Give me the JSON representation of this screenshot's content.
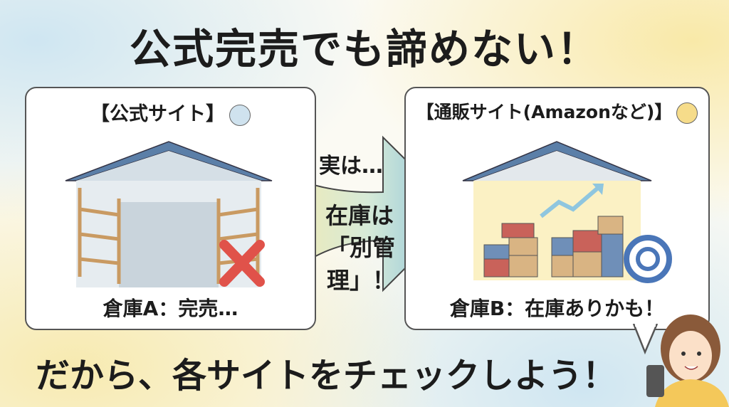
{
  "title": "公式完売でも諦めない！",
  "left_panel": {
    "title": "【公式サイト】",
    "emoji": "sad-face-icon",
    "caption": "倉庫A：完売…",
    "mark": "red-x-icon"
  },
  "arrow": {
    "line1": "実は…",
    "line2": "在庫は",
    "line3": "「別管理」！"
  },
  "right_panel": {
    "title": "【通販サイト(Amazonなど)】",
    "emoji": "smile-face-icon",
    "caption": "倉庫B：在庫ありかも！",
    "mark": "target-circle-icon"
  },
  "bottom_text": "だから、各サイトをチェックしよう！",
  "colors": {
    "roof": "#5b7fa8",
    "shelf": "#c99a62",
    "x_mark": "#e0524a",
    "box_red": "#c9625a",
    "box_blue": "#6f8fb8",
    "box_tan": "#d9b483",
    "arrow_yellow": "#f2e6a0",
    "arrow_blue": "#8fc6df"
  }
}
